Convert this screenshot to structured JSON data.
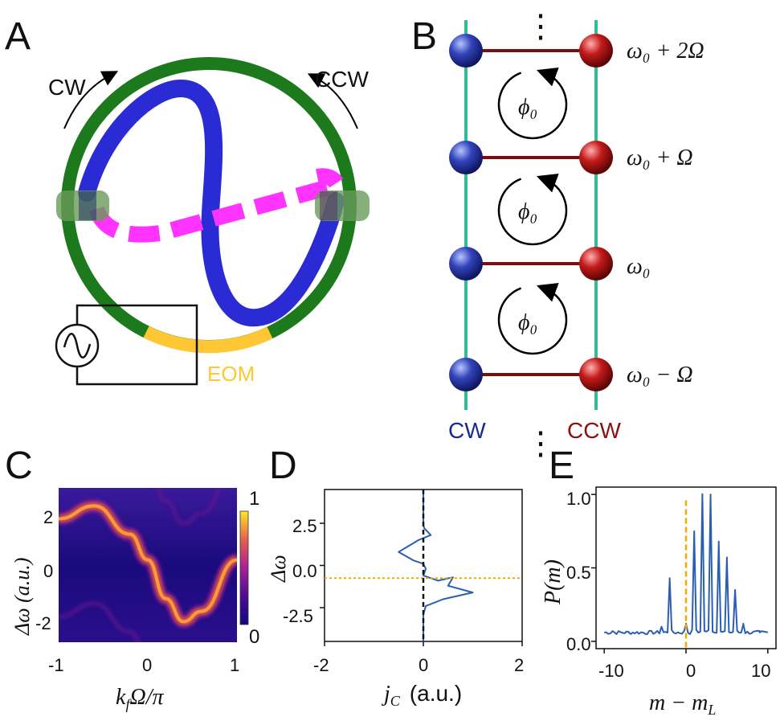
{
  "panels": {
    "A": {
      "label": "A",
      "cw_label": "CW",
      "ccw_label": "CCW",
      "eom_label": "EOM",
      "colors": {
        "ring": "#1c7a1c",
        "waveguide_blue": "#2b2bd6",
        "waveguide_magenta": "#ff33ff",
        "eom": "#ffc733",
        "coupler": "#6a9a5a"
      }
    },
    "B": {
      "label": "B",
      "levels": [
        "ω₀ + 2Ω",
        "ω₀ + Ω",
        "ω₀",
        "ω₀ − Ω"
      ],
      "flux_label": "ϕ₀",
      "cw_label": "CW",
      "ccw_label": "CCW",
      "ellipsis": "⋮",
      "colors": {
        "rail": "#33bb99",
        "rung": "#771111",
        "cw_node": "#2233aa",
        "ccw_node": "#bb1111",
        "cw_text": "#1a2a8a",
        "ccw_text": "#8a1111"
      }
    },
    "C": {
      "label": "C",
      "xlabel_main": "k",
      "xlabel_sub": "f",
      "xlabel_rest": "Ω/π",
      "ylabel": "Δω  (a.u.)",
      "xticks": [
        "-1",
        "0",
        "1"
      ],
      "yticks": [
        "2",
        "0",
        "-2"
      ],
      "colorbar_ticks": [
        "1",
        "0"
      ]
    },
    "D": {
      "label": "D",
      "ylabel": "Δω",
      "xlabel_main": "j",
      "xlabel_sub": "C",
      "xlabel_rest": "(a.u.)",
      "xticks": [
        "-2",
        "0",
        "2"
      ],
      "yticks": [
        "2.5",
        "0.0",
        "-2.5"
      ]
    },
    "E": {
      "label": "E",
      "ylabel": "P(m)",
      "xlabel": "m − m",
      "xlabel_sub": "L",
      "xticks": [
        "-10",
        "0",
        "10"
      ],
      "yticks": [
        "1.0",
        "0.5",
        "0.0"
      ]
    }
  },
  "chart_data": [
    {
      "type": "heatmap",
      "panel": "C",
      "x_range": [
        -1,
        1
      ],
      "y_range": [
        -3,
        3
      ],
      "colorbar_range": [
        0,
        1
      ],
      "bands": [
        {
          "x": [
            -1,
            -0.6,
            -0.2,
            0,
            0.2,
            0.4,
            0.6,
            1
          ],
          "y": [
            1.8,
            2.3,
            1.2,
            0.2,
            -1.3,
            -2.2,
            -1.8,
            0.2
          ]
        }
      ]
    },
    {
      "type": "line",
      "panel": "D",
      "xlim": [
        -2,
        2
      ],
      "ylim": [
        -4.5,
        4.5
      ],
      "series": [
        {
          "x": [
            0,
            0,
            0.02,
            0.15,
            -0.1,
            -0.5,
            -0.2,
            0,
            0.05,
            0,
            0.3,
            0.6,
            0.5,
            1.0,
            0.4,
            0.05,
            0,
            0
          ],
          "y": [
            4.5,
            2.4,
            2.2,
            1.8,
            1.5,
            0.8,
            0.3,
            0.1,
            -0.2,
            -0.6,
            -0.9,
            -0.7,
            -1.2,
            -1.6,
            -2.0,
            -2.4,
            -2.9,
            -4.5
          ]
        }
      ],
      "hlines": [
        {
          "y": -0.75
        }
      ],
      "vlines": [
        {
          "x": 0
        }
      ]
    },
    {
      "type": "line",
      "panel": "E",
      "xlim": [
        -11,
        11
      ],
      "ylim": [
        -0.05,
        1.05
      ],
      "series": [
        {
          "peaks_x": [
            -9,
            -7,
            -5,
            -3,
            -2,
            0,
            1,
            2,
            3,
            4,
            5,
            6,
            7,
            9
          ],
          "peaks_y": [
            0.07,
            0.06,
            0.05,
            0.1,
            0.43,
            0.12,
            0.75,
            1.0,
            1.0,
            0.68,
            0.56,
            0.35,
            0.12,
            0.06
          ],
          "baseline": 0.06
        }
      ],
      "vlines": [
        {
          "x": 0
        }
      ]
    }
  ]
}
